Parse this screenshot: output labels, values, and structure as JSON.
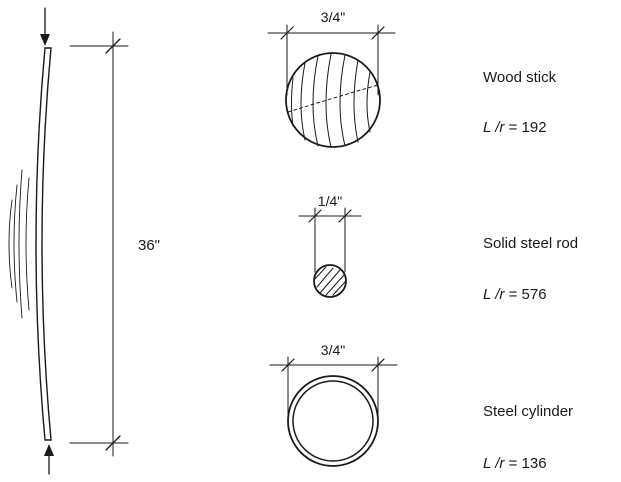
{
  "column": {
    "height_label": "36\""
  },
  "sections": [
    {
      "name": "Wood stick",
      "dimension": "3/4\"",
      "ratio_prefix": "L /r",
      "ratio_value": "= 192"
    },
    {
      "name": "Solid steel rod",
      "dimension": "1/4\"",
      "ratio_prefix": "L /r",
      "ratio_value": "= 576"
    },
    {
      "name": "Steel cylinder",
      "dimension": "3/4\"",
      "ratio_prefix": "L /r",
      "ratio_value": "= 136"
    }
  ]
}
